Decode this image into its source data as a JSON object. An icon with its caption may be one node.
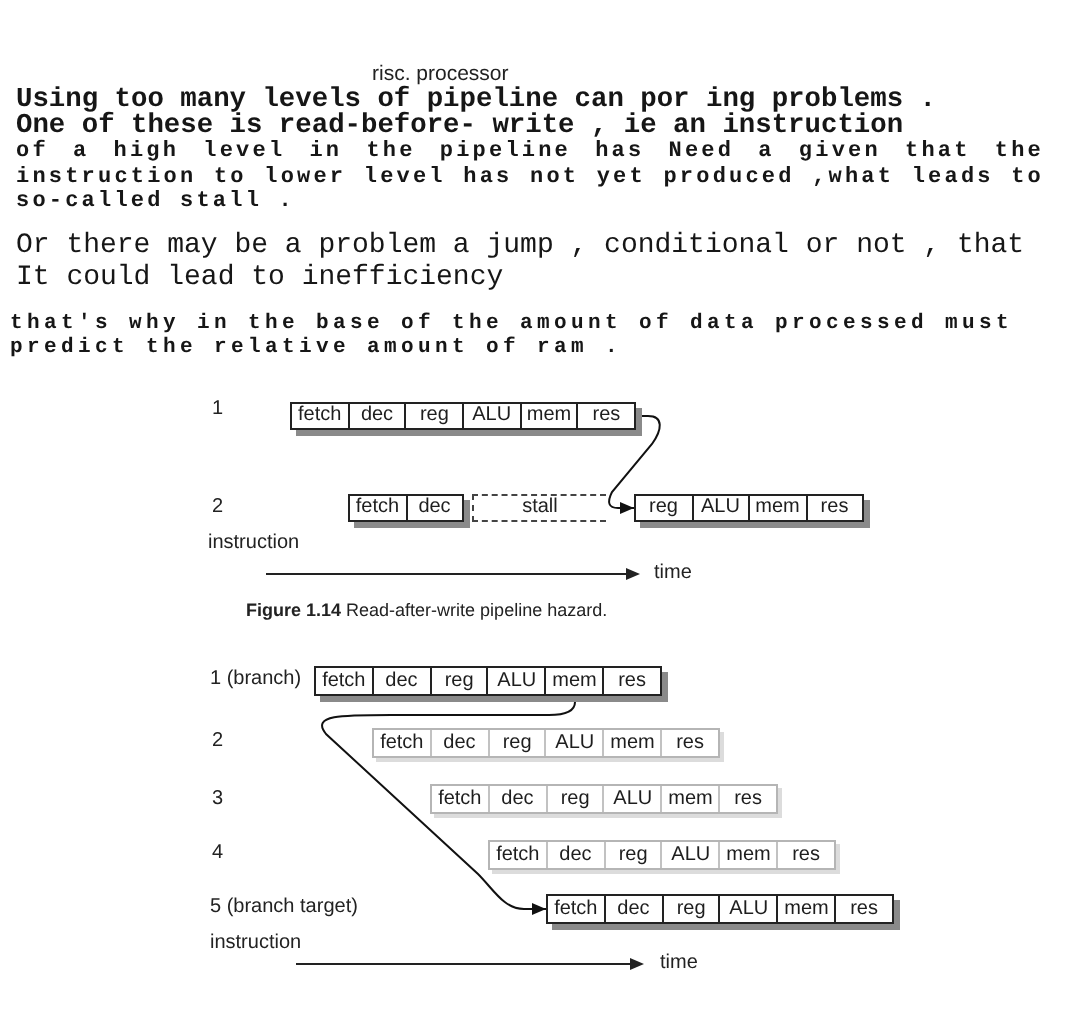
{
  "diagram": {
    "title": "risc. processor",
    "caption": "**Figure 1.14** Read-after-write pipeline hazard.",
    "nodes": [
      {
        "text": [
          "fetch",
          "dec",
          "reg",
          "ALU",
          "mem",
          "res"
        ]
      },
      {
        "text": [
          "fetch",
          "dec"
        ]
      },
      {
        "text": [
          "stall"
        ]
      },
      {
        "text": [
          "reg",
          "ALU",
          "mem",
          "res"
        ]
      },
      {
        "text": [
          "fetch",
          "dec",
          "reg",
          "ALU",
          "mem",
          "res"
        ]
      },
      {
        "text": [
          "fetch",
          "dec",
          "reg",
          "ALU",
          "mem",
          "res"
        ]
      },
      {
        "text": [
          "fetch",
          "dec",
          "reg",
          "ALU",
          "mem",
          "res"
        ]
      },
      {
        "text": [
          "fetch",
          "dec",
          "reg",
          "ALU",
          "mem",
          "res"
        ]
      },
      {
        "text": [
          "fetch",
          "dec",
          "reg",
          "ALU",
          "mem",
          "res"
        ]
      }
    ],
    "edges": [
      {
        "from": 0,
        "to": 3,
        "arrow": "to"
      },
      {
        "from": 4,
        "to": 8,
        "arrow": "to"
      }
    ],
    "labels": [
      "Using too many levels of pipeline can por ing problems .",
      "One of these is read-before- write , ie an instruction",
      "of a high level in the pipeline has Need a given that the instruction to lower level has not yet produced ,what leads to so-called stall .",
      "Or there may be a problem a jump , conditional or not , that It could lead to inefficiency",
      "that's why in the base of the amount of data processed must predict the relative amount of ram .",
      "1",
      "2",
      "instruction",
      "time",
      "1 (branch)",
      "2",
      "3",
      "4",
      "5 (branch target)",
      "instruction",
      "time"
    ]
  }
}
